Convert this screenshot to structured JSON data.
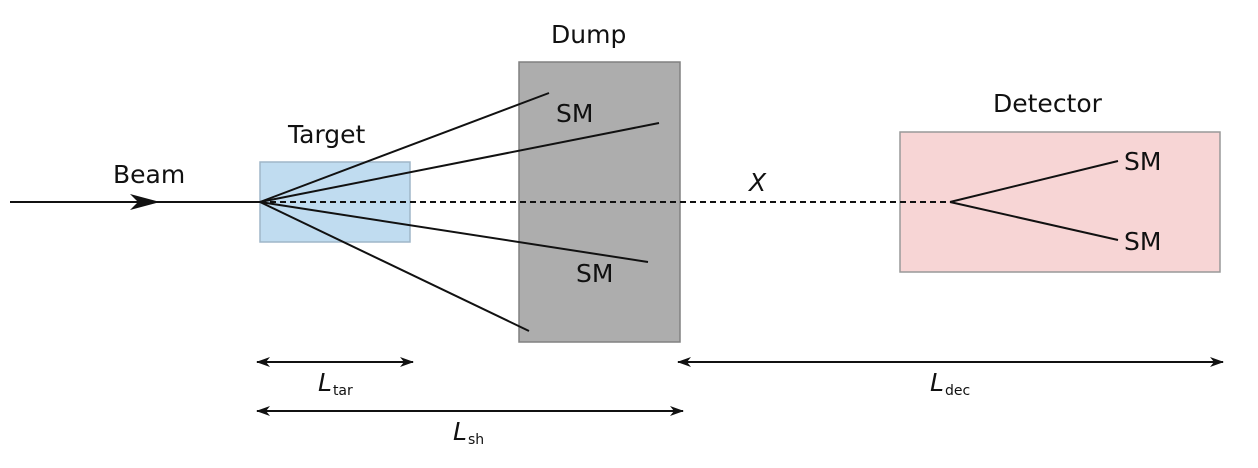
{
  "labels": {
    "beam": "Beam",
    "target": "Target",
    "dump": "Dump",
    "detector": "Detector",
    "sm_dump_top": "SM",
    "sm_dump_bottom": "SM",
    "sm_det_top": "SM",
    "sm_det_bottom": "SM",
    "x_particle": "X"
  },
  "dimensions": {
    "l_tar": {
      "symbol": "L",
      "subscript": "tar"
    },
    "l_sh": {
      "symbol": "L",
      "subscript": "sh"
    },
    "l_dec": {
      "symbol": "L",
      "subscript": "dec"
    }
  },
  "colors": {
    "target_fill": "#c0dcf0",
    "target_stroke": "#9fb6c8",
    "dump_fill": "#adadad",
    "dump_stroke": "#808080",
    "detector_fill": "#f7d5d5",
    "detector_stroke": "#999999",
    "line": "#111111"
  }
}
